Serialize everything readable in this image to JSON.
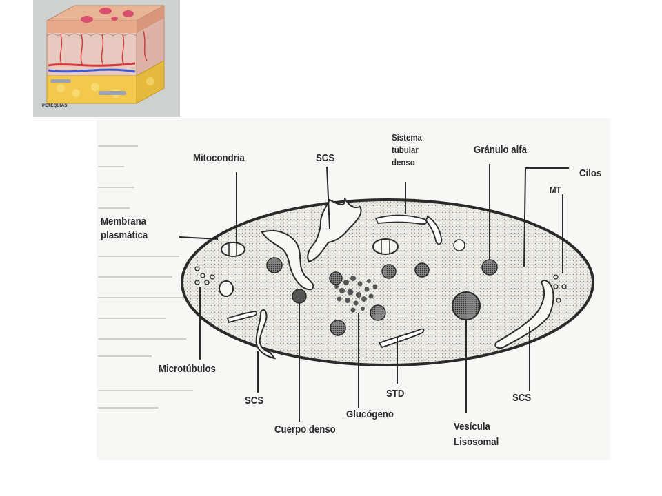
{
  "skin_image": {
    "caption": "PETEQUIAS",
    "colors": {
      "epidermis": "#e9b493",
      "dermis": "#e8c9bf",
      "fat": "#f2c94c",
      "vessel": "#d23b3b",
      "petechia": "#d9506e"
    }
  },
  "platelet_diagram": {
    "labels": {
      "mitocondria": "Mitocondria",
      "scs_top": "SCS",
      "sistema_line1": "Sistema",
      "sistema_line2": "tubular",
      "sistema_line3": "denso",
      "granulo_alfa": "Gránulo alfa",
      "cilos": "Cilos",
      "mt": "MT",
      "membrana_line1": "Membrana",
      "membrana_line2": "plasmática",
      "microtubulos": "Microtúbulos",
      "scs_bottom_left": "SCS",
      "cuerpo_denso": "Cuerpo denso",
      "glucogeno": "Glucógeno",
      "std": "STD",
      "vesicula_line1": "Vesícula",
      "vesicula_line2": "Lisosomal",
      "scs_bottom_right": "SCS"
    }
  }
}
